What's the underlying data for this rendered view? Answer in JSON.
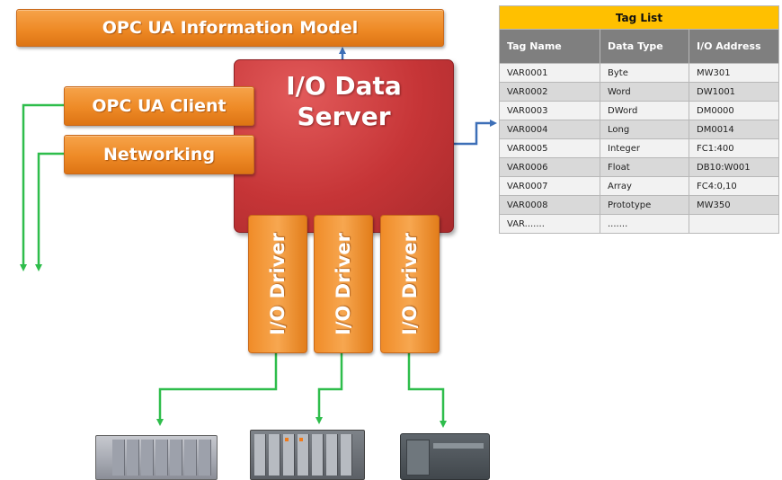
{
  "information_model": {
    "label": "OPC UA Information Model"
  },
  "server": {
    "title": "I/O Data\nServer"
  },
  "client": {
    "label": "OPC UA Client"
  },
  "networking": {
    "label": "Networking"
  },
  "drivers": [
    {
      "label": "I/O Driver"
    },
    {
      "label": "I/O Driver"
    },
    {
      "label": "I/O Driver"
    }
  ],
  "tag_list": {
    "title": "Tag List",
    "columns": [
      "Tag Name",
      "Data Type",
      "I/O Address"
    ],
    "rows": [
      [
        "VAR0001",
        "Byte",
        "MW301"
      ],
      [
        "VAR0002",
        "Word",
        "DW1001"
      ],
      [
        "VAR0003",
        "DWord",
        "DM0000"
      ],
      [
        "VAR0004",
        "Long",
        "DM0014"
      ],
      [
        "VAR0005",
        "Integer",
        "FC1:400"
      ],
      [
        "VAR0006",
        "Float",
        "DB10:W001"
      ],
      [
        "VAR0007",
        "Array",
        "FC4:0,10"
      ],
      [
        "VAR0008",
        "Prototype",
        "MW350"
      ],
      [
        "VAR.......",
        ".......",
        ""
      ]
    ]
  },
  "devices": [
    {
      "icon": "plc-rack-icon"
    },
    {
      "icon": "io-modules-icon"
    },
    {
      "icon": "compact-plc-icon"
    }
  ],
  "colors": {
    "orange": "#ee8a26",
    "server_red": "#c63537",
    "connector_green": "#2ebd4b",
    "connector_blue": "#3d6fb7",
    "table_header_gold": "#ffc000",
    "table_header_gray": "#7f7f7f"
  }
}
